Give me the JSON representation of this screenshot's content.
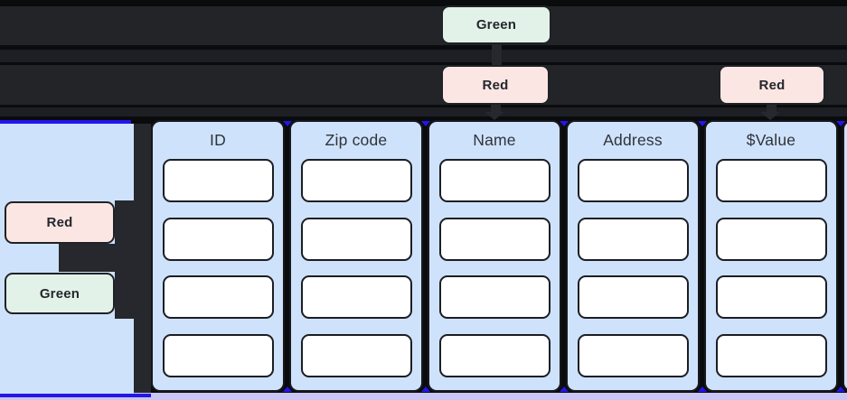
{
  "colors": {
    "canvas_bg": "#0a0b0d",
    "lane_dark": "#222428",
    "lane_darker": "#1d1f24",
    "connector_dark": "#26282d",
    "badge_green_bg": "#e3f2e8",
    "badge_red_bg": "#fce6e3",
    "badge_border": "#1f2227",
    "badge_text": "#23272d",
    "panel_blue": "#cfe2fc",
    "column_border": "#17181d",
    "cell_bg": "#ffffff",
    "cell_border": "#1b1e23",
    "header_text": "#2f333a",
    "selection_blue": "#2415ea",
    "lavender": "#c9c6f4"
  },
  "top_badges": [
    {
      "label": "Green",
      "kind": "green"
    },
    {
      "label": "Red",
      "kind": "red"
    },
    {
      "label": "Red",
      "kind": "red"
    }
  ],
  "side_panel": {
    "badges": [
      {
        "label": "Red",
        "kind": "red"
      },
      {
        "label": "Green",
        "kind": "green"
      }
    ]
  },
  "table": {
    "columns": [
      {
        "header": "ID"
      },
      {
        "header": "Zip code"
      },
      {
        "header": "Name"
      },
      {
        "header": "Address"
      },
      {
        "header": "$Value"
      },
      {
        "header": ""
      }
    ],
    "rows_per_column": 4
  }
}
